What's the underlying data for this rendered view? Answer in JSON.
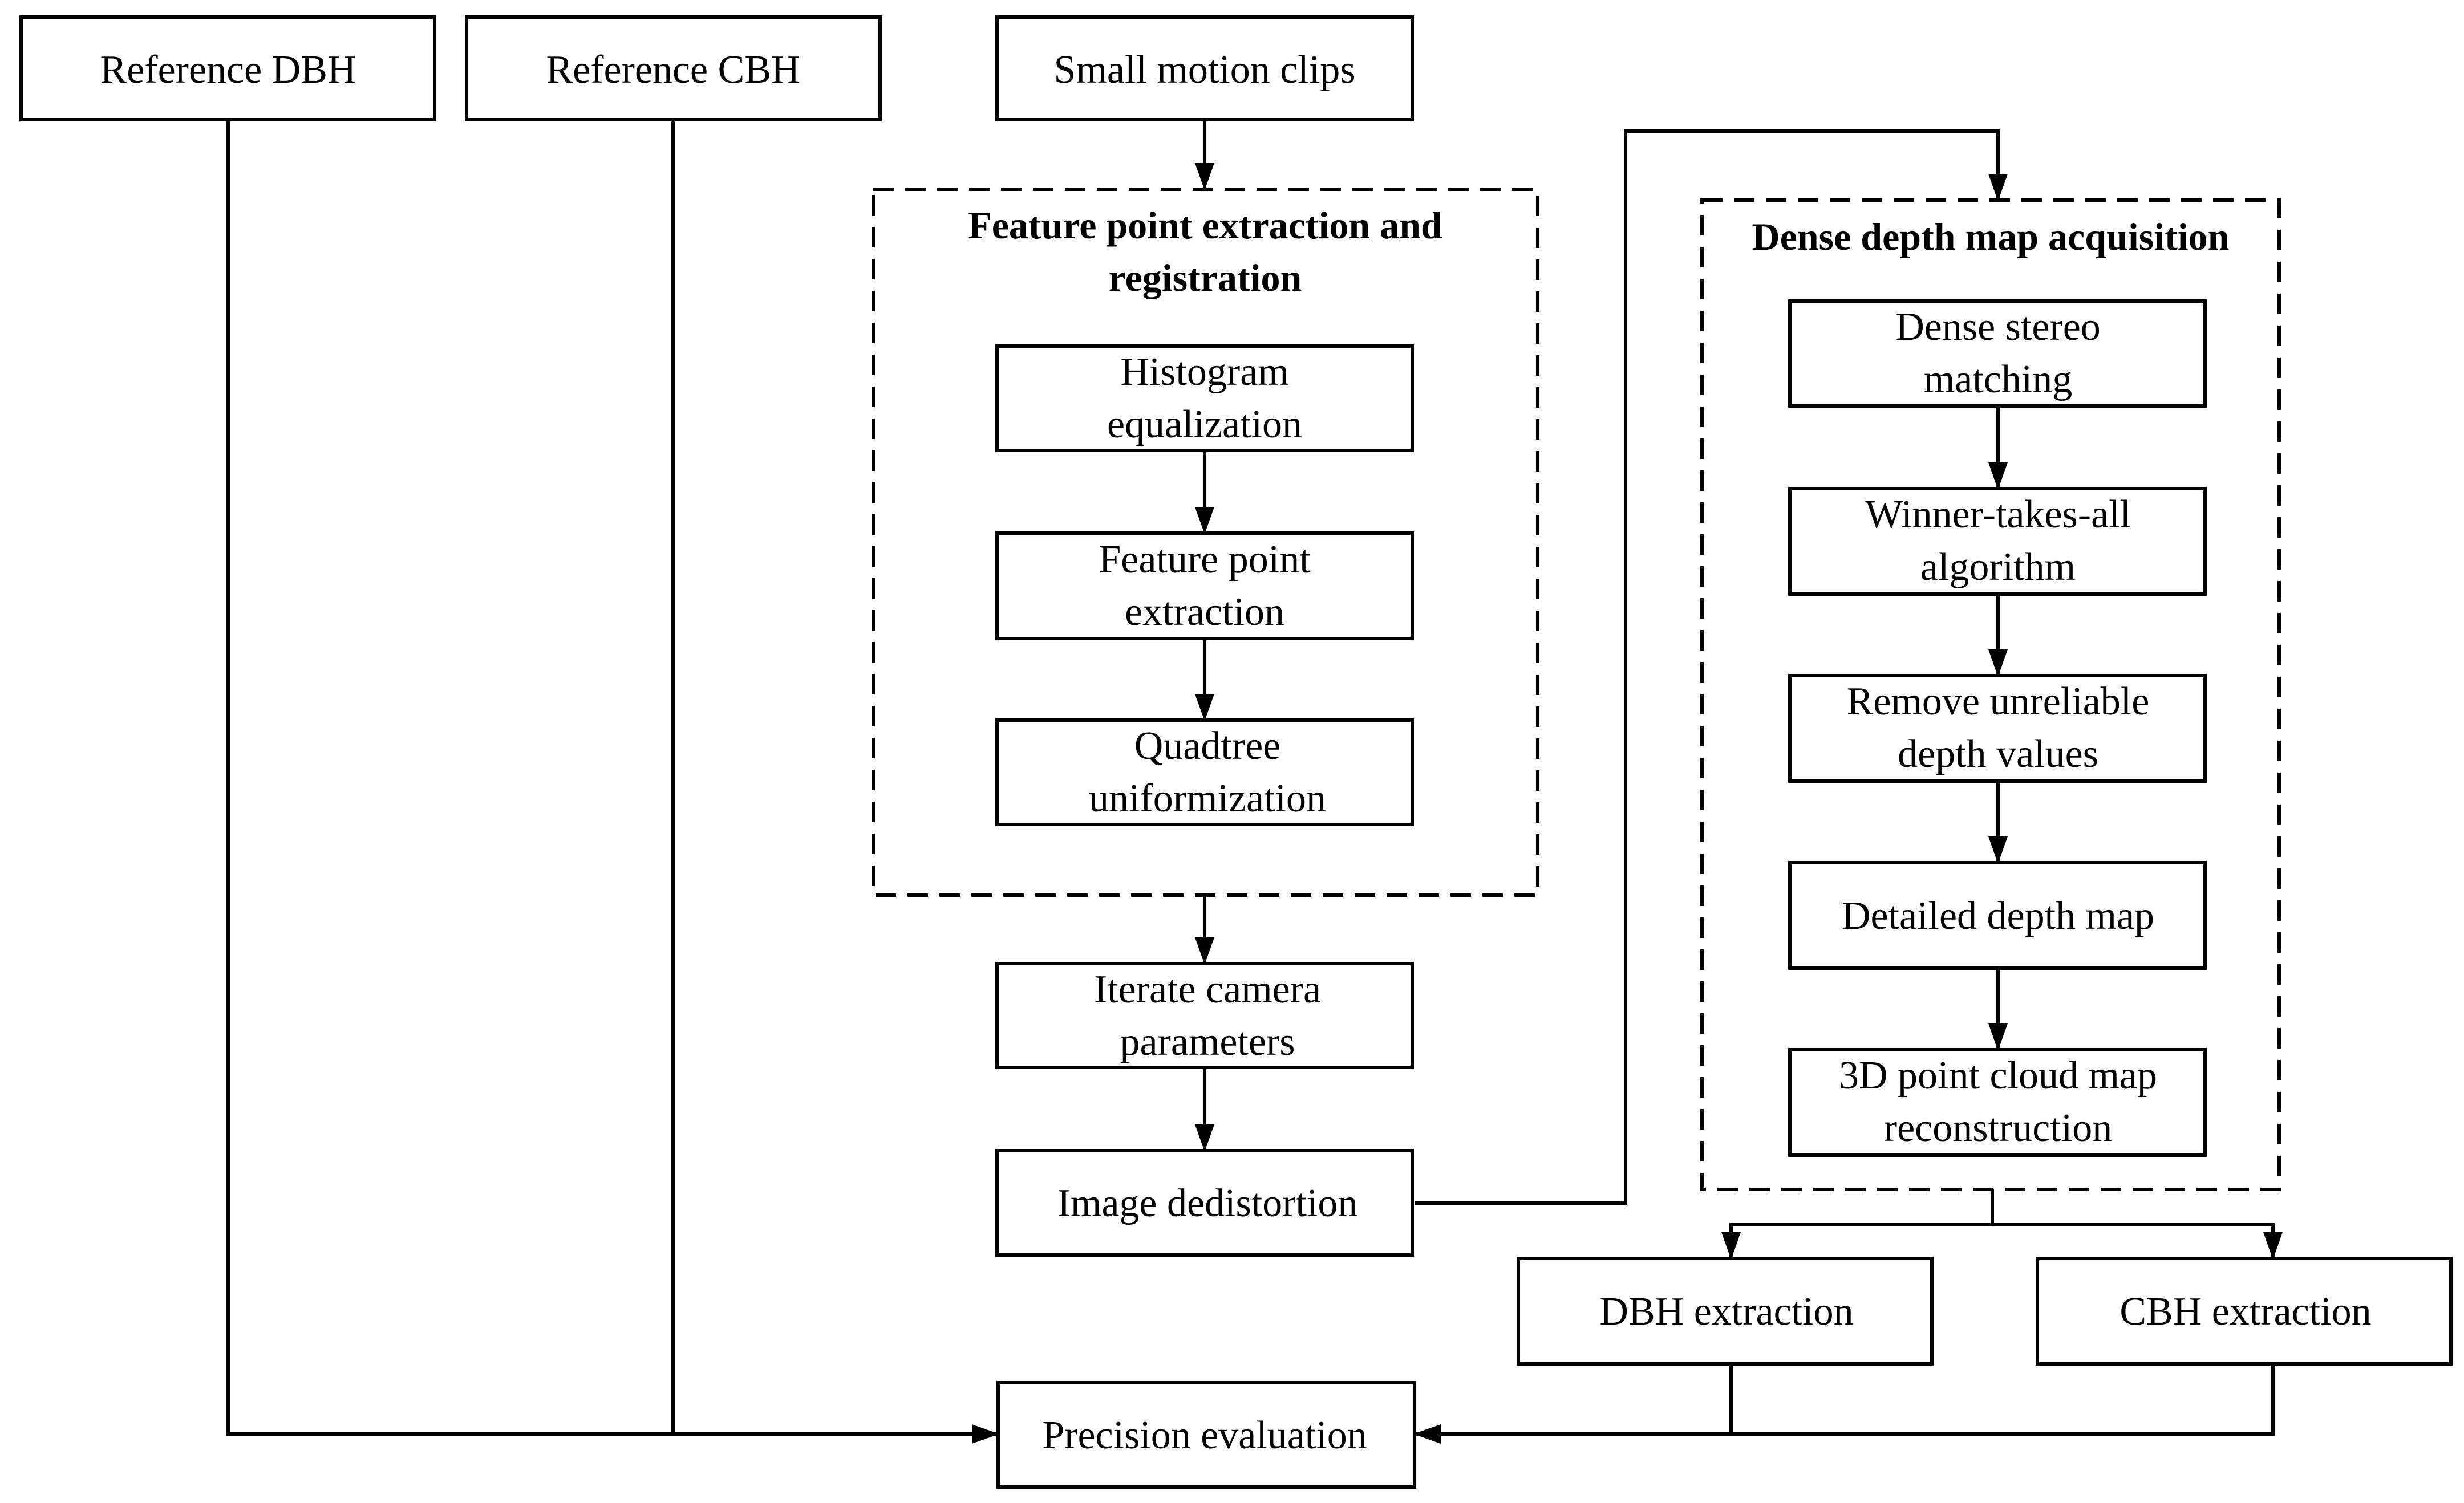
{
  "nodes": {
    "ref_dbh": "Reference DBH",
    "ref_cbh": "Reference CBH",
    "small_motion": "Small motion clips",
    "hist_1": "Histogram",
    "hist_2": "equalization",
    "feat_1": "Feature point",
    "feat_2": "extraction",
    "quad_1": "Quadtree",
    "quad_2": "uniformization",
    "iter_1": "Iterate camera",
    "iter_2": "parameters",
    "dedistort": "Image dedistortion",
    "dense_1": "Dense stereo",
    "dense_2": "matching",
    "wta_1": "Winner-takes-all",
    "wta_2": "algorithm",
    "remove_1": "Remove unreliable",
    "remove_2": "depth values",
    "detailed": "Detailed depth map",
    "pc_1": "3D point cloud map",
    "pc_2": "reconstruction",
    "dbh_ext": "DBH extraction",
    "cbh_ext": "CBH extraction",
    "precision": "Precision evaluation"
  },
  "groups": {
    "feature_1": "Feature point extraction and",
    "feature_2": "registration",
    "dense_depth": "Dense depth map acquisition"
  }
}
